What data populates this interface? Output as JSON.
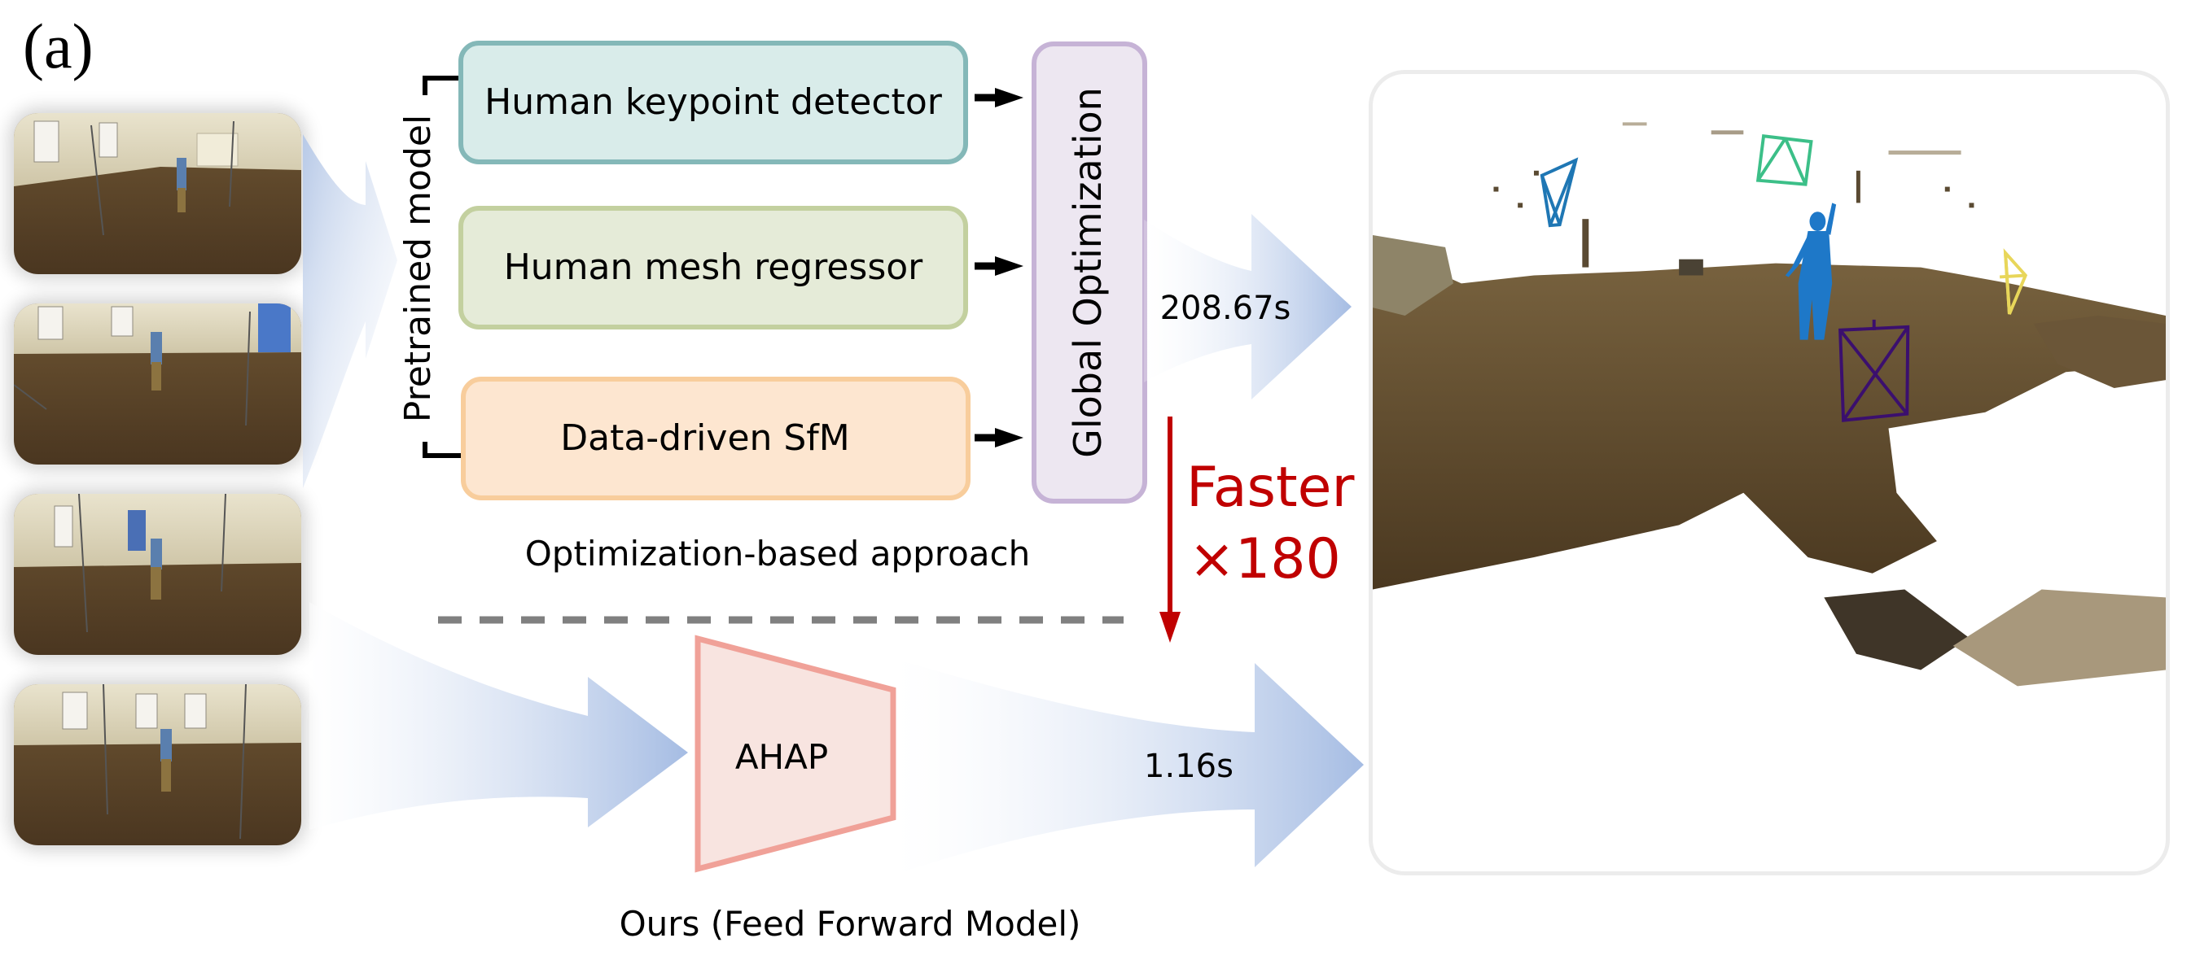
{
  "figure": {
    "panel_label": "(a)",
    "input_frames": {
      "count": 4,
      "items": [
        {
          "label": "input-frame-1"
        },
        {
          "label": "input-frame-2"
        },
        {
          "label": "input-frame-3"
        },
        {
          "label": "input-frame-4"
        }
      ]
    },
    "pretrained_group_label": "Pretrained model",
    "modules": [
      {
        "label": "Human keypoint detector",
        "fill": "#d9ecea",
        "stroke": "#84b8b8"
      },
      {
        "label": "Human mesh regressor",
        "fill": "#e5ebd8",
        "stroke": "#c3d09f"
      },
      {
        "label": "Data-driven SfM",
        "fill": "#fde6d0",
        "stroke": "#f8cd9c"
      }
    ],
    "global_optimization": {
      "label": "Global Optimization",
      "fill": "#ede7f1",
      "stroke": "#c6b3d6"
    },
    "optimization_caption": "Optimization-based approach",
    "optimization_time": "208.67s",
    "speedup": {
      "line1": "Faster",
      "line2": "×180",
      "color": "#c00000"
    },
    "ours": {
      "label": "AHAP",
      "fill": "#f8e4e0",
      "stroke": "#f0a198"
    },
    "ours_time": "1.16s",
    "ours_caption": "Ours (Feed Forward Model)",
    "reconstruction": {
      "cameras": [
        {
          "name": "camera-blue",
          "color": "#1f77b4"
        },
        {
          "name": "camera-green",
          "color": "#3cbf88"
        },
        {
          "name": "camera-yellow",
          "color": "#e8d65a"
        },
        {
          "name": "camera-purple",
          "color": "#3b0f6e"
        }
      ],
      "human_mesh_color": "#1e78c8"
    },
    "colors": {
      "arrow_gradient_start": "#ffffff",
      "arrow_gradient_end": "#a5bce3",
      "dashed_divider": "#808080"
    }
  }
}
